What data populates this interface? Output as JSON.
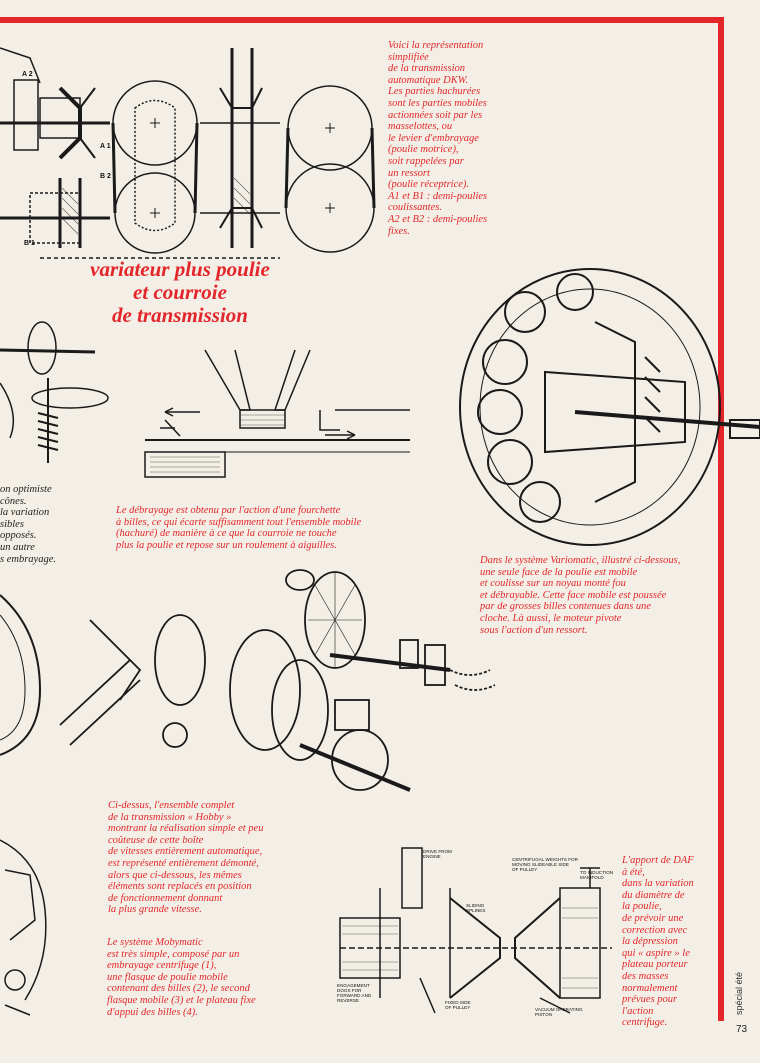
{
  "headline": "variateur plus poulie\net courroie\nde transmission",
  "captions": {
    "dkw": "Voici la représentation\nsimplifiée\nde la transmission\nautomatique DKW.\nLes parties hachurées\nsont les parties mobiles\nactionnées soit par les\nmasselottes, ou\nle levier d'embrayage\n(poulie motrice),\nsoit rappelées par\nun ressort\n(poulie réceptrice).\nA1 et B1 : demi-poulies\ncoulissantes.\nA2 et B2 : demi-poulies\nfixes.",
    "left_fragment": "on optimiste\ncônes.\nla variation\nsibles\nopposés.\nun autre\ns embrayage.",
    "debrayage": "Le débrayage est obtenu par l'action d'une fourchette\nà billes, ce qui écarte suffisamment tout l'ensemble mobile\n(hachuré) de manière à ce que la courroie ne touche\nplus la poulie et repose sur un roulement à aiguilles.",
    "variomatic": "Dans le système Variomatic, illustré ci-dessous,\nune seule face de la poulie est mobile\net coulisse sur un noyau monté fou\net débrayable. Cette face mobile est poussée\npar de grosses billes contenues dans une\ncloche. Là aussi, le moteur pivote\nsous l'action d'un ressort.",
    "hobby": "Ci-dessus, l'ensemble complet\nde la transmission « Hobby »\nmontrant la réalisation simple et peu\ncoûteuse de cette boîte\nde vitesses entièrement automatique,\nest représenté entièrement démonté,\nalors que ci-dessous, les mêmes\néléments sont replacés en position\nde fonctionnement donnant\nla plus grande vitesse.",
    "mobymatic": "Le système Mobymatic\nest très simple, composé par un\nembrayage centrifuge (1),\nune flasque de poulie mobile\ncontenant des billes (2), le second\nflasque mobile (3) et le plateau fixe\nd'appui des billes (4).",
    "daf": "L'apport de DAF\nà été,\ndans la variation\ndu diamètre de\nla poulie,\nde prévoir une\ncorrection avec\nla dépression\nqui « aspire » le\nplateau porteur\ndes masses\nnormalement\nprévues pour\nl'action\ncentrifuge."
  },
  "diagram_labels": {
    "a2": "A 2",
    "a1": "A 1",
    "b2": "B 2",
    "b1": "B 1"
  },
  "daf_diagram_labels": {
    "drive": "DRIVE FROM\nENGINE",
    "centrifugal": "CENTRIFUGAL WEIGHTS FOR\nMOVING SLIDEABLE SIDE\nOF PULLEY",
    "induction": "TO INDUCTION\nMANIFOLD",
    "sliding": "SLIDING\nSPLINES",
    "engagement": "ENGAGEMENT\nDOGS FOR\nFORWARD AND\nREVERSE",
    "fixed": "FIXED SIDE\nOF PULLEY",
    "vacuum": "VACUUM OPERATING\nPISTON"
  },
  "sidebar": "spécial été",
  "page_number": "73",
  "colors": {
    "accent": "#e4262b",
    "paper": "#f3efe6",
    "ink": "#1a1a1a"
  }
}
